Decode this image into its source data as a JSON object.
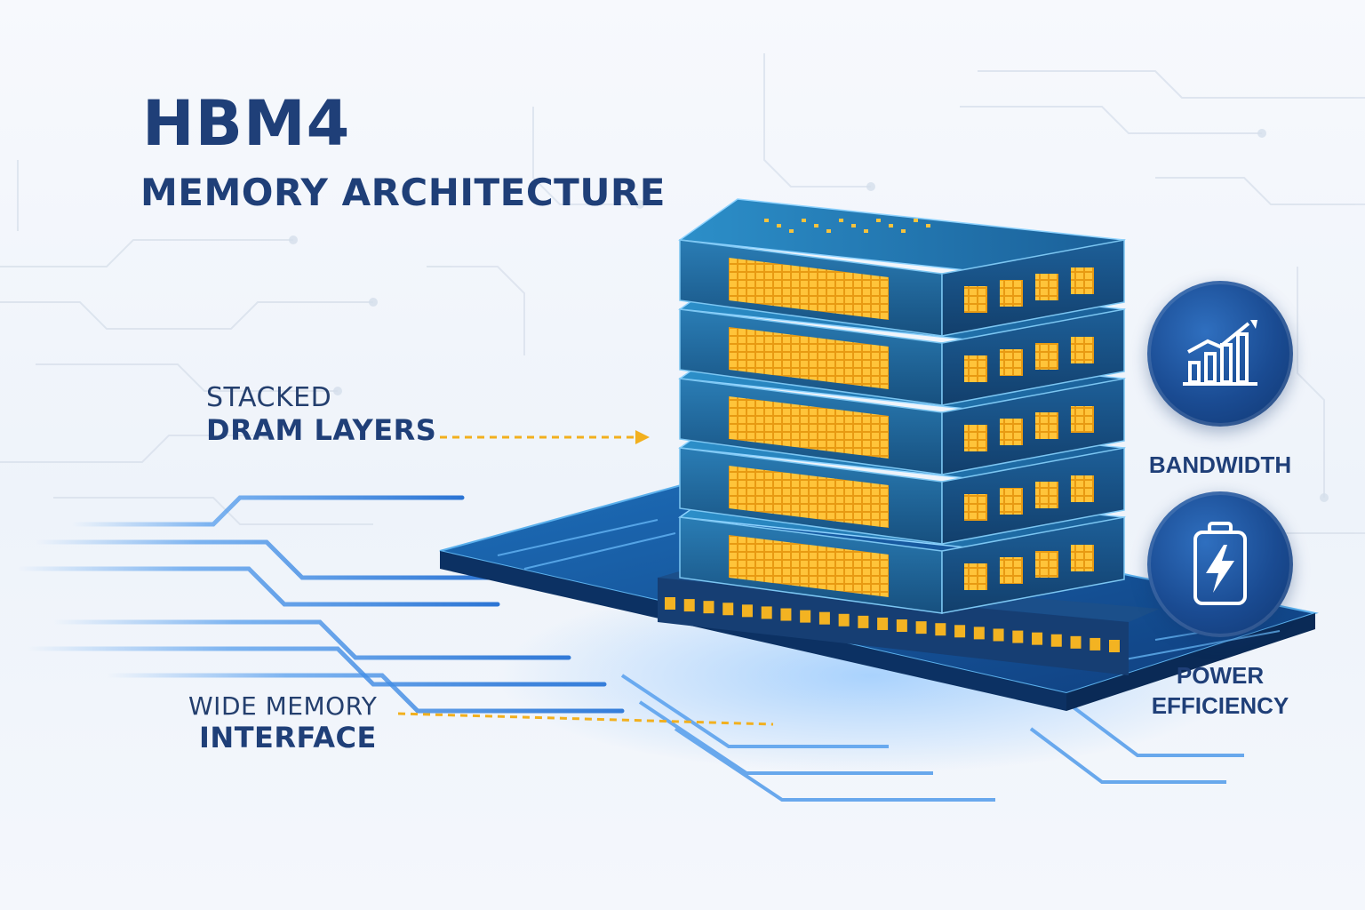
{
  "title": "HBM4",
  "subtitle": "MEMORY ARCHITECTURE",
  "callouts": {
    "stacked": {
      "line1": "STACKED",
      "line2": "DRAM LAYERS"
    },
    "interface": {
      "line1": "WIDE MEMORY",
      "line2": "INTERFACE"
    }
  },
  "features": [
    {
      "label": "BANDWIDTH",
      "icon": "bar-chart-growth-icon"
    },
    {
      "label_line1": "POWER",
      "label_line2": "EFFICIENCY",
      "icon": "battery-bolt-icon"
    }
  ],
  "diagram": {
    "dram_layers": 5
  },
  "colors": {
    "navy": "#1f3f78",
    "accent_gold": "#f2b01e",
    "chip_blue": "#1f5f9e",
    "trace_blue": "#3b8ee8"
  }
}
